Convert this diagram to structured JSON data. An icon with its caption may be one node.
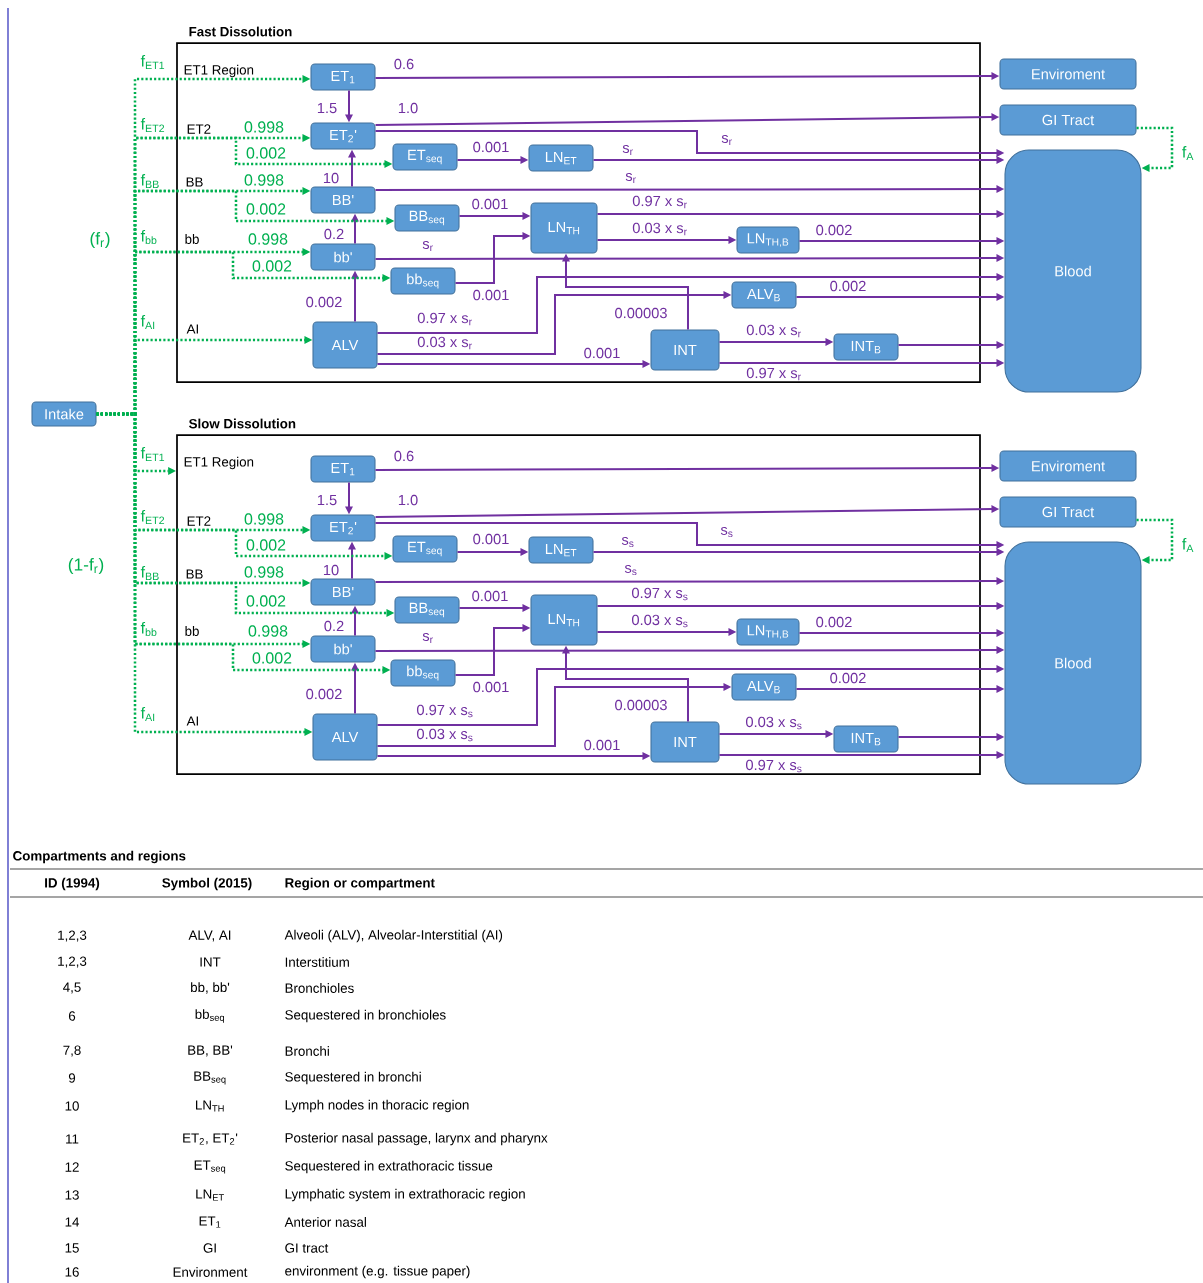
{
  "diagram": {
    "nodes": [
      {
        "text": [
          "Intake"
        ]
      },
      {
        "text": [
          "Fast Dissolution"
        ]
      },
      {
        "text": [
          "ET$_{1}$"
        ],
        "in": 1
      },
      {
        "text": [
          "ET$_{2}$'"
        ],
        "in": 1
      },
      {
        "text": [
          "ET$_{seq}$"
        ],
        "in": 1
      },
      {
        "text": [
          "LN$_{ET}$"
        ],
        "in": 1
      },
      {
        "text": [
          "BB'"
        ],
        "in": 1
      },
      {
        "text": [
          "BB$_{seq}$"
        ],
        "in": 1
      },
      {
        "text": [
          "LN$_{TH}$"
        ],
        "in": 1
      },
      {
        "text": [
          "LN$_{TH,B}$"
        ],
        "in": 1
      },
      {
        "text": [
          "bb'"
        ],
        "in": 1
      },
      {
        "text": [
          "bb$_{seq}$"
        ],
        "in": 1
      },
      {
        "text": [
          "ALV$_{B}$"
        ],
        "in": 1
      },
      {
        "text": [
          "ALV"
        ],
        "in": 1
      },
      {
        "text": [
          "INT"
        ],
        "in": 1
      },
      {
        "text": [
          "INT$_{B}$"
        ],
        "in": 1
      },
      {
        "text": [
          "Enviroment"
        ]
      },
      {
        "text": [
          "GI Tract"
        ]
      },
      {
        "text": [
          "Blood"
        ]
      },
      {
        "text": [
          "Slow Dissolution"
        ]
      },
      {
        "text": [
          "ET$_{1}$"
        ],
        "in": 19
      },
      {
        "text": [
          "ET$_{2}$'"
        ],
        "in": 19
      },
      {
        "text": [
          "ET$_{seq}$"
        ],
        "in": 19
      },
      {
        "text": [
          "LN$_{ET}$"
        ],
        "in": 19
      },
      {
        "text": [
          "BB'"
        ],
        "in": 19
      },
      {
        "text": [
          "BB$_{seq}$"
        ],
        "in": 19
      },
      {
        "text": [
          "LN$_{TH}$"
        ],
        "in": 19
      },
      {
        "text": [
          "LN$_{TH,B}$"
        ],
        "in": 19
      },
      {
        "text": [
          "bb'"
        ],
        "in": 19
      },
      {
        "text": [
          "bb$_{seq}$"
        ],
        "in": 19
      },
      {
        "text": [
          "ALV$_{B}$"
        ],
        "in": 19
      },
      {
        "text": [
          "ALV"
        ],
        "in": 19
      },
      {
        "text": [
          "INT"
        ],
        "in": 19
      },
      {
        "text": [
          "INT$_{B}$"
        ],
        "in": 19
      },
      {
        "text": [
          "Enviroment"
        ]
      },
      {
        "text": [
          "GI Tract"
        ]
      },
      {
        "text": [
          "Blood"
        ]
      }
    ],
    "edges": [
      {
        "from": 2,
        "to": 16,
        "arrow": "to",
        "label": "0.6"
      },
      {
        "from": 2,
        "to": 3,
        "arrow": "to",
        "label": "1.5"
      },
      {
        "from": 3,
        "to": 17,
        "arrow": "to",
        "label": "1.0"
      },
      {
        "from": 3,
        "to": 18,
        "arrow": "to",
        "label": "s$_{r}$"
      },
      {
        "from": 4,
        "to": 5,
        "arrow": "to",
        "label": "0.001"
      },
      {
        "from": 5,
        "to": 18,
        "arrow": "to",
        "label": "s$_{r}$"
      },
      {
        "from": 6,
        "to": 3,
        "arrow": "to",
        "label": "10"
      },
      {
        "from": 6,
        "to": 18,
        "arrow": "to",
        "label": "s$_{r}$"
      },
      {
        "from": 7,
        "to": 8,
        "arrow": "to",
        "label": "0.001"
      },
      {
        "from": 8,
        "to": 18,
        "arrow": "to",
        "label": "0.97 x s$_{r}$"
      },
      {
        "from": 8,
        "to": 9,
        "arrow": "to",
        "label": "0.03 x s$_{r}$"
      },
      {
        "from": 9,
        "to": 18,
        "arrow": "to",
        "label": "0.002"
      },
      {
        "from": 10,
        "to": 6,
        "arrow": "to",
        "label": "0.2"
      },
      {
        "from": 10,
        "to": 18,
        "arrow": "to",
        "label": "s$_{r}$"
      },
      {
        "from": 11,
        "to": 8,
        "arrow": "to",
        "label": "0.001"
      },
      {
        "from": 13,
        "to": 10,
        "arrow": "to",
        "label": "0.002"
      },
      {
        "from": 13,
        "to": 18,
        "arrow": "to",
        "label": "0.97 x s$_{r}$"
      },
      {
        "from": 13,
        "to": 12,
        "arrow": "to",
        "label": "0.03 x s$_{r}$"
      },
      {
        "from": 12,
        "to": 18,
        "arrow": "to",
        "label": "0.002"
      },
      {
        "from": 13,
        "to": 14,
        "arrow": "to",
        "label": "0.001"
      },
      {
        "from": 14,
        "to": 8,
        "arrow": "to",
        "label": "0.00003"
      },
      {
        "from": 14,
        "to": 15,
        "arrow": "to",
        "label": "0.03 x s$_{r}$"
      },
      {
        "from": 14,
        "to": 18,
        "arrow": "to",
        "label": "0.97 x s$_{r}$"
      },
      {
        "from": 15,
        "to": 18,
        "arrow": "to"
      },
      {
        "from": 17,
        "to": 18,
        "arrow": "to",
        "label": "f$_{A}$",
        "style": "dashed",
        "color": "#00b050"
      },
      {
        "from": 0,
        "to": 2,
        "arrow": "to",
        "style": "dashed",
        "color": "#00b050"
      },
      {
        "from": 0,
        "to": 3,
        "arrow": "to",
        "label": "0.998",
        "style": "dashed",
        "color": "#00b050"
      },
      {
        "from": 0,
        "to": 4,
        "arrow": "to",
        "label": "0.002",
        "style": "dashed",
        "color": "#00b050"
      },
      {
        "from": 0,
        "to": 6,
        "arrow": "to",
        "label": "0.998",
        "style": "dashed",
        "color": "#00b050"
      },
      {
        "from": 0,
        "to": 7,
        "arrow": "to",
        "label": "0.002",
        "style": "dashed",
        "color": "#00b050"
      },
      {
        "from": 0,
        "to": 10,
        "arrow": "to",
        "label": "0.998",
        "style": "dashed",
        "color": "#00b050"
      },
      {
        "from": 0,
        "to": 11,
        "arrow": "to",
        "label": "0.002",
        "style": "dashed",
        "color": "#00b050"
      },
      {
        "from": 0,
        "to": 13,
        "arrow": "to",
        "style": "dashed",
        "color": "#00b050"
      },
      {
        "from": 20,
        "to": 34,
        "arrow": "to",
        "label": "0.6"
      },
      {
        "from": 20,
        "to": 21,
        "arrow": "to",
        "label": "1.5"
      },
      {
        "from": 21,
        "to": 35,
        "arrow": "to",
        "label": "1.0"
      },
      {
        "from": 21,
        "to": 36,
        "arrow": "to",
        "label": "s$_{s}$"
      },
      {
        "from": 22,
        "to": 23,
        "arrow": "to",
        "label": "0.001"
      },
      {
        "from": 23,
        "to": 36,
        "arrow": "to",
        "label": "s$_{s}$"
      },
      {
        "from": 24,
        "to": 21,
        "arrow": "to",
        "label": "10"
      },
      {
        "from": 24,
        "to": 36,
        "arrow": "to",
        "label": "s$_{s}$"
      },
      {
        "from": 25,
        "to": 26,
        "arrow": "to",
        "label": "0.001"
      },
      {
        "from": 26,
        "to": 36,
        "arrow": "to",
        "label": "0.97 x s$_{s}$"
      },
      {
        "from": 26,
        "to": 27,
        "arrow": "to",
        "label": "0.03 x s$_{s}$"
      },
      {
        "from": 27,
        "to": 36,
        "arrow": "to",
        "label": "0.002"
      },
      {
        "from": 28,
        "to": 24,
        "arrow": "to",
        "label": "0.2"
      },
      {
        "from": 28,
        "to": 36,
        "arrow": "to",
        "label": "s$_{r}$"
      },
      {
        "from": 29,
        "to": 26,
        "arrow": "to",
        "label": "0.001"
      },
      {
        "from": 31,
        "to": 28,
        "arrow": "to",
        "label": "0.002"
      },
      {
        "from": 31,
        "to": 36,
        "arrow": "to",
        "label": "0.97 x s$_{s}$"
      },
      {
        "from": 31,
        "to": 30,
        "arrow": "to",
        "label": "0.03 x s$_{s}$"
      },
      {
        "from": 30,
        "to": 36,
        "arrow": "to",
        "label": "0.002"
      },
      {
        "from": 31,
        "to": 32,
        "arrow": "to",
        "label": "0.001"
      },
      {
        "from": 32,
        "to": 26,
        "arrow": "to",
        "label": "0.00003"
      },
      {
        "from": 32,
        "to": 33,
        "arrow": "to",
        "label": "0.03 x s$_{s}$"
      },
      {
        "from": 32,
        "to": 36,
        "arrow": "to",
        "label": "0.97 x s$_{s}$"
      },
      {
        "from": 33,
        "to": 36,
        "arrow": "to"
      },
      {
        "from": 35,
        "to": 36,
        "arrow": "to",
        "label": "f$_{A}$",
        "style": "dashed",
        "color": "#00b050"
      },
      {
        "from": 0,
        "to": 19,
        "arrow": "to",
        "style": "dashed",
        "color": "#00b050"
      },
      {
        "from": 0,
        "to": 21,
        "arrow": "to",
        "label": "0.998",
        "style": "dashed",
        "color": "#00b050"
      },
      {
        "from": 0,
        "to": 22,
        "arrow": "to",
        "label": "0.002",
        "style": "dashed",
        "color": "#00b050"
      },
      {
        "from": 0,
        "to": 24,
        "arrow": "to",
        "label": "0.998",
        "style": "dashed",
        "color": "#00b050"
      },
      {
        "from": 0,
        "to": 25,
        "arrow": "to",
        "label": "0.002",
        "style": "dashed",
        "color": "#00b050"
      },
      {
        "from": 0,
        "to": 28,
        "arrow": "to",
        "label": "0.998",
        "style": "dashed",
        "color": "#00b050"
      },
      {
        "from": 0,
        "to": 29,
        "arrow": "to",
        "label": "0.002",
        "style": "dashed",
        "color": "#00b050"
      },
      {
        "from": 0,
        "to": 31,
        "arrow": "to",
        "style": "dashed",
        "color": "#00b050"
      }
    ],
    "labels": [
      "f$_{ET1}$",
      "ET1 Region",
      "f$_{ET2}$",
      "ET2",
      "f$_{BB}$",
      "BB",
      "(f$_{r}$)",
      "f$_{bb}$",
      "bb",
      "f$_{AI}$",
      "AI",
      "f$_{ET1}$",
      "ET1 Region",
      "f$_{ET2}$",
      "ET2",
      "f$_{BB}$",
      "BB",
      "(1-f$_{r}$)",
      "f$_{bb}$",
      "bb",
      "f$_{AI}$",
      "AI",
      "Compartments and regions",
      "ID (1994)",
      "Symbol (2015)",
      "Region or compartment",
      "1,2,3",
      "ALV, AI",
      "Alveoli (ALV), Alveolar-Interstitial (AI)",
      "1,2,3",
      "INT",
      "Interstitium",
      "4,5",
      "bb, bb'",
      "Bronchioles",
      "6",
      "bb$_{seq}$",
      "Sequestered in bronchioles",
      "7,8",
      "BB, BB'",
      "Bronchi",
      "9",
      "BB$_{seq}$",
      "Sequestered in bronchi",
      "10",
      "LN$_{TH}$",
      "Lymph nodes in thoracic region",
      "11",
      "ET$_{2}$, ET$_{2}$'",
      "Posterior nasal passage, larynx and pharynx",
      "12",
      "ET$_{seq}$",
      "Sequestered in extrathoracic tissue",
      "13",
      "LN$_{ET}$",
      "Lymphatic system in extrathoracic region",
      "14",
      "ET$_{1}$",
      "Anterior nasal",
      "15",
      "GI",
      "GI tract",
      "16",
      "Environment",
      "environment (e.g. tissue paper)"
    ]
  }
}
